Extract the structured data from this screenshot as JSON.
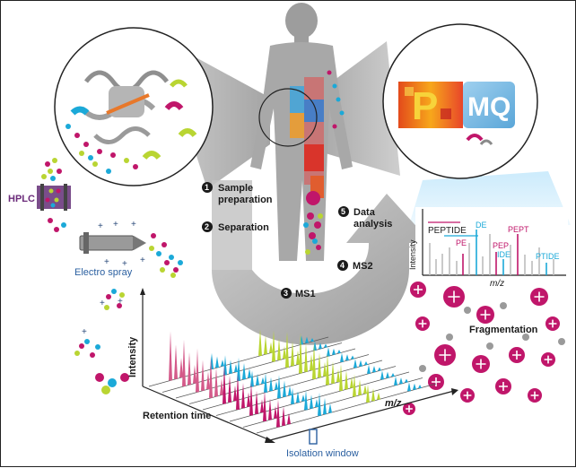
{
  "steps": [
    {
      "num": "1",
      "line1": "Sample",
      "line2": "preparation"
    },
    {
      "num": "2",
      "line1": "Separation",
      "line2": ""
    },
    {
      "num": "3",
      "line1": "MS1",
      "line2": ""
    },
    {
      "num": "4",
      "line1": "MS2",
      "line2": ""
    },
    {
      "num": "5",
      "line1": "Data",
      "line2": "analysis"
    }
  ],
  "labels": {
    "hplc": "HPLC",
    "electrospray": "Electro spray",
    "retention_time": "Retention time",
    "intensity": "Intensity",
    "mz": "m/z",
    "isolation_window": "Isolation window",
    "fragmentation": "Fragmentation"
  },
  "logos": {
    "pd": "P",
    "mq": "MQ"
  },
  "spectrum": {
    "ylabel": "Intensity",
    "xlabel": "m/z",
    "peptide": "PEPTIDE",
    "fragments": [
      "PE",
      "DE",
      "PEP",
      "IDE",
      "PEPT",
      "PTIDE"
    ]
  },
  "colors": {
    "magenta": "#c0166a",
    "cyan": "#1ba9d8",
    "lime": "#b9d532",
    "pink": "#d45a8a",
    "grey": "#9a9a9a",
    "orange": "#e8782a"
  }
}
